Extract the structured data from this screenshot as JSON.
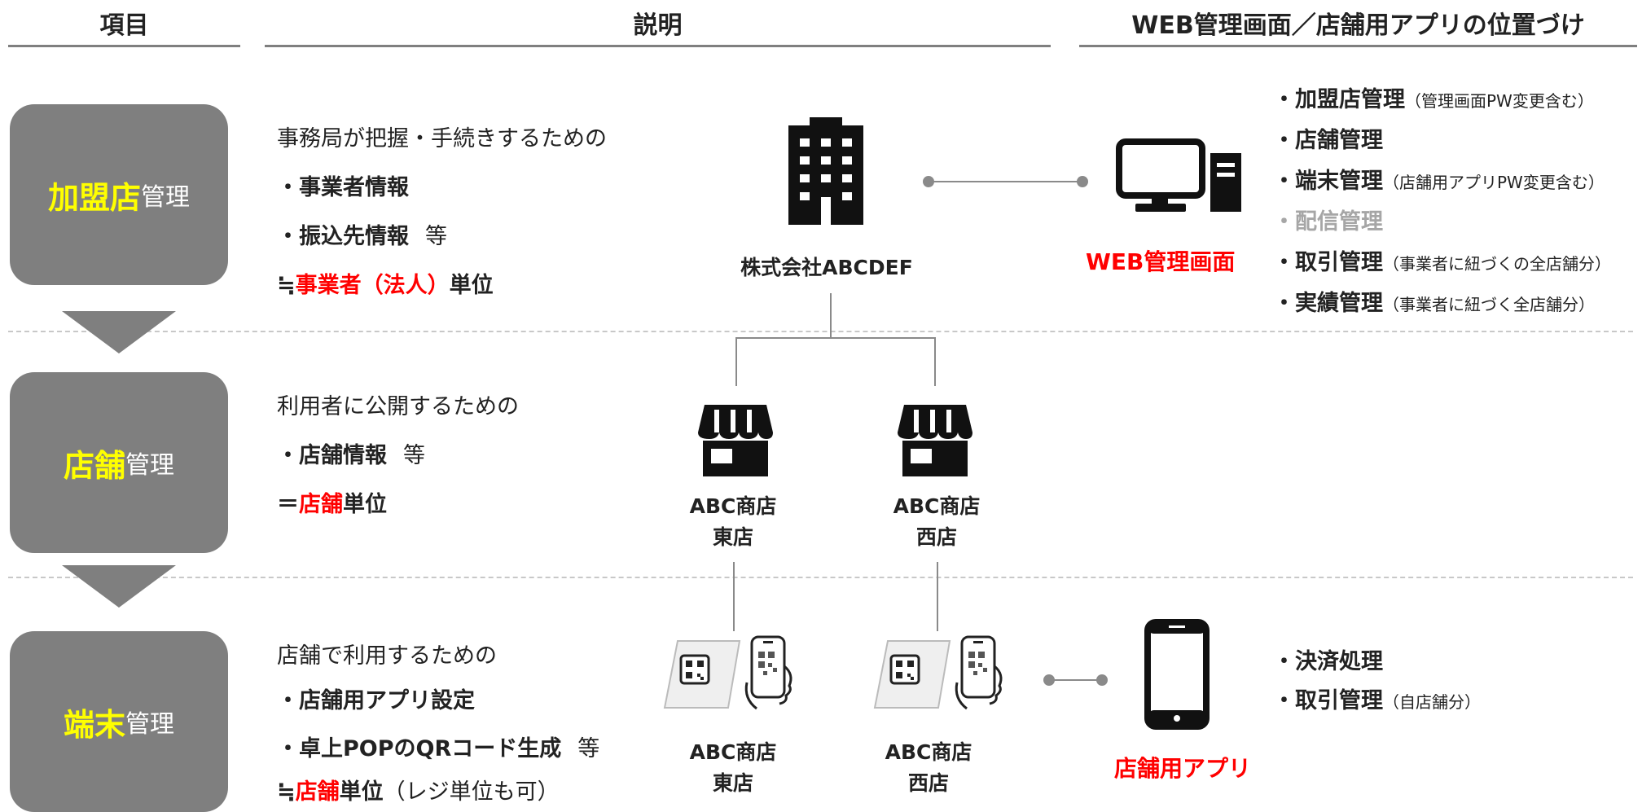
{
  "headers": {
    "item": "項目",
    "description": "説明",
    "positioning": "WEB管理画面／店舗用アプリの位置づけ"
  },
  "rows": [
    {
      "box_main": "加盟店",
      "box_sub": "管理",
      "desc_intro": "事務局が把握・手続きするための",
      "desc_item1": "・事業者情報",
      "desc_item2": "・振込先情報",
      "desc_item2_suffix": "等",
      "summary_prefix": "≒",
      "summary_red": "事業者（法人）",
      "summary_bold": "単位"
    },
    {
      "box_main": "店舗",
      "box_sub": "管理",
      "desc_intro": "利用者に公開するための",
      "desc_item1": "・店舗情報",
      "desc_item1_suffix": "等",
      "summary_prefix": "＝",
      "summary_red": "店舗",
      "summary_bold": "単位"
    },
    {
      "box_main": "端末",
      "box_sub": "管理",
      "desc_intro": "店舗で利用するための",
      "desc_item1": "・店舗用アプリ設定",
      "desc_item2": "・卓上POPのQRコード生成",
      "desc_item2_suffix": "等",
      "summary_prefix": "≒",
      "summary_red": "店舗",
      "summary_bold": "単位",
      "summary_note": "（レジ単位も可）"
    }
  ],
  "diagram": {
    "company": "株式会社ABCDEF",
    "store_east": [
      "ABC商店",
      "東店"
    ],
    "store_west": [
      "ABC商店",
      "西店"
    ],
    "terminal_east": [
      "ABC商店",
      "東店"
    ],
    "terminal_west": [
      "ABC商店",
      "西店"
    ],
    "web_label": "WEB管理画面",
    "app_label": "店舗用アプリ"
  },
  "web_features": [
    {
      "label": "・加盟店管理",
      "note": "（管理画面PW変更含む）"
    },
    {
      "label": "・店舗管理",
      "note": ""
    },
    {
      "label": "・端末管理",
      "note": "（店舗用アプリPW変更含む）"
    },
    {
      "label": "・配信管理",
      "note": "",
      "disabled": true
    },
    {
      "label": "・取引管理",
      "note": "（事業者に紐づくの全店舗分）"
    },
    {
      "label": "・実績管理",
      "note": "（事業者に紐づく全店舗分）"
    }
  ],
  "app_features": [
    {
      "label": "・決済処理",
      "note": ""
    },
    {
      "label": "・取引管理",
      "note": "（自店舗分）"
    }
  ],
  "icons": [
    "building-icon",
    "desktop-computer-icon",
    "store-icon",
    "qr-stand-icon",
    "phone-qr-icon",
    "smartphone-icon"
  ],
  "colors": {
    "box": "#7f7f7f",
    "box_text": "#ffff00",
    "accent": "#ff0000",
    "muted": "#a6a6a6",
    "line": "#8a8a8a"
  }
}
